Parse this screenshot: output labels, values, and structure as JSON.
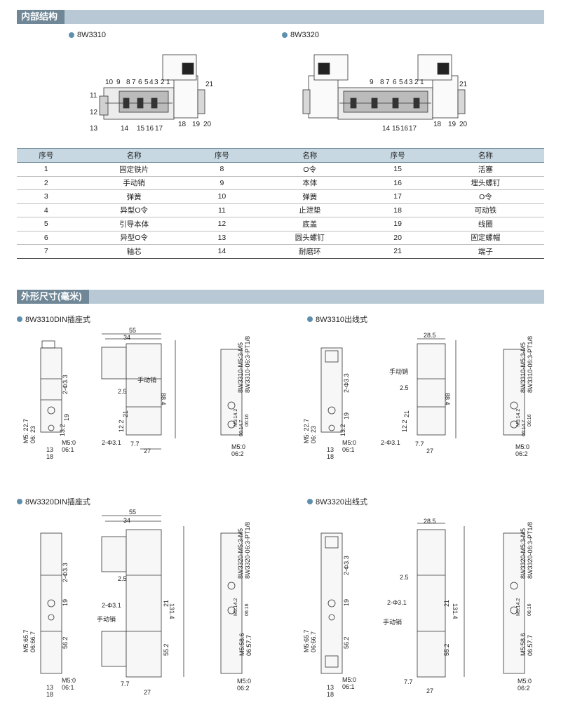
{
  "sections": {
    "structure_title": "内部结构",
    "dimensions_title": "外形尺寸(毫米)"
  },
  "structure": {
    "models": [
      "8W3310",
      "8W3320"
    ]
  },
  "parts_table": {
    "headers": [
      "序号",
      "名称",
      "序号",
      "名称",
      "序号",
      "名称"
    ],
    "rows": [
      [
        "1",
        "固定铁片",
        "8",
        "O令",
        "15",
        "活塞"
      ],
      [
        "2",
        "手动销",
        "9",
        "本体",
        "16",
        "埋头螺钉"
      ],
      [
        "3",
        "弹簧",
        "10",
        "弹簧",
        "17",
        "O令"
      ],
      [
        "4",
        "异型O令",
        "11",
        "止泄垫",
        "18",
        "可动铁"
      ],
      [
        "5",
        "引导本体",
        "12",
        "底盖",
        "19",
        "线圈"
      ],
      [
        "6",
        "异型O令",
        "13",
        "圆头螺钉",
        "20",
        "固定螺帽"
      ],
      [
        "7",
        "轴芯",
        "14",
        "耐磨环",
        "21",
        "端子"
      ]
    ]
  },
  "dimension_views": [
    {
      "label": "8W3310DIN插座式"
    },
    {
      "label": "8W3310出线式"
    },
    {
      "label": "8W3320DIN插座式"
    },
    {
      "label": "8W3320出线式"
    }
  ],
  "callouts": {
    "left_top": [
      "10",
      "9",
      "8",
      "7",
      "6",
      "5",
      "4",
      "3",
      "2",
      "1"
    ],
    "right_top": [
      "9",
      "8",
      "7",
      "6",
      "5",
      "4",
      "3",
      "2",
      "1"
    ],
    "side": [
      "11",
      "12",
      "13"
    ],
    "bottom_left": [
      "14",
      "15",
      "16",
      "17",
      "18",
      "19",
      "20"
    ],
    "bottom_right": [
      "14",
      "15",
      "16",
      "17",
      "18",
      "19",
      "20"
    ],
    "coil_terminal": "21"
  },
  "dims": {
    "w55": "55",
    "w34": "34",
    "w28_5": "28.5",
    "h88_4": "88.4",
    "h131_4": "131.4",
    "h55_2": "55.2",
    "h56_2": "56.2",
    "d21": "21",
    "d19": "19",
    "d12_2": "12.2",
    "d13_2": "13.2",
    "d2_5": "2.5",
    "d7_7": "7.7",
    "d27": "27",
    "d13": "13",
    "d18": "18",
    "phi3_3": "2-Φ3.3",
    "phi3_1": "2-Φ3.1",
    "m5_227": "M5: 22.7",
    "o6_23": "06: 23",
    "m5_657": "M5:65.7",
    "o6_667": "06:66.7",
    "m5_586": "M5:58.6",
    "o6_577": "06:57.7",
    "m5_0": "M5:0",
    "o6_1": "06:1",
    "o6_2": "06:2",
    "port_3310": "8W3310-M5:3-M5",
    "port_3310b": "8W3310-06:3-PT1/8",
    "port_3320": "8W3320-M5:3-M5",
    "port_3320b": "8W3320-06:3-PT1/8",
    "m5_14_2": "M5:14.2",
    "o6_14_7": "06:14.7",
    "o6_16": "06:16",
    "manual_pin": "手动销"
  },
  "colors": {
    "bar_light": "#b8c9d5",
    "bar_dark": "#6f8797",
    "table_head": "#c7d8e3",
    "bullet": "#5f8fae"
  }
}
